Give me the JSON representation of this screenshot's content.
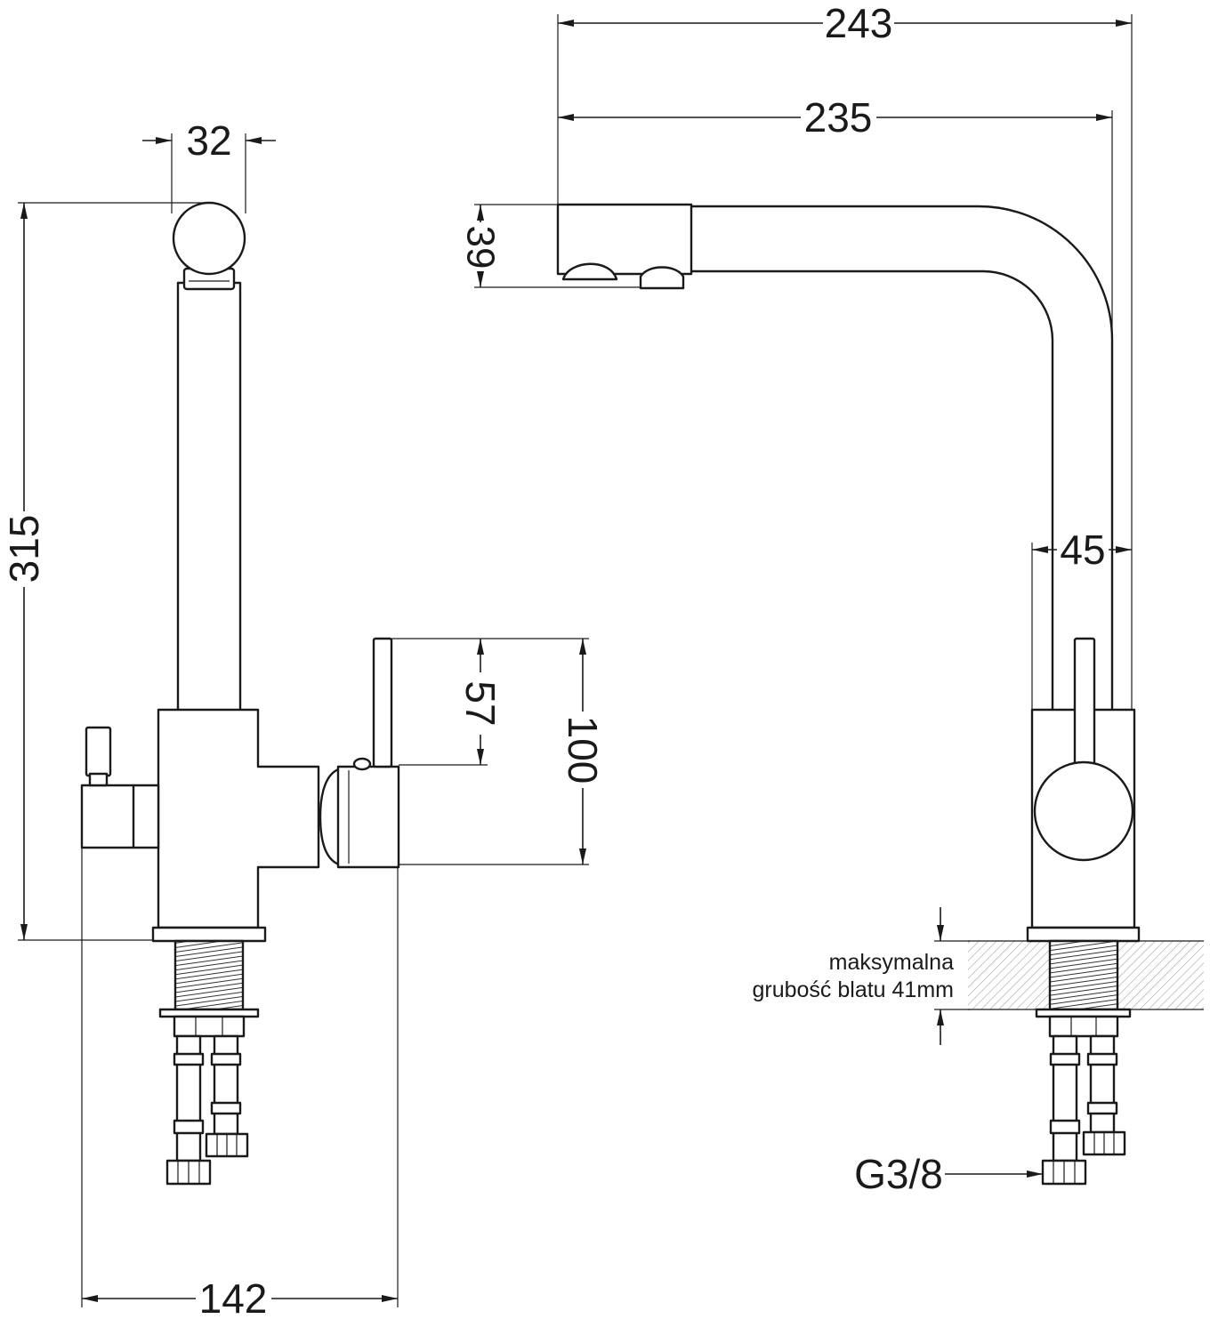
{
  "left_view": {
    "dim_handle_width": "32",
    "dim_total_height": "315",
    "dim_lever_height": "57",
    "dim_body_height": "100",
    "dim_depth": "142"
  },
  "right_view": {
    "dim_reach_total": "243",
    "dim_reach_spout": "235",
    "dim_spout_height": "39",
    "dim_body_width": "45",
    "counter_note_line1": "maksymalna",
    "counter_note_line2": "grubość blatu 41mm",
    "connection_thread": "G3/8"
  },
  "colors": {
    "line": "#1a1a1a",
    "hatch": "#9a9a9a",
    "background": "#ffffff"
  }
}
